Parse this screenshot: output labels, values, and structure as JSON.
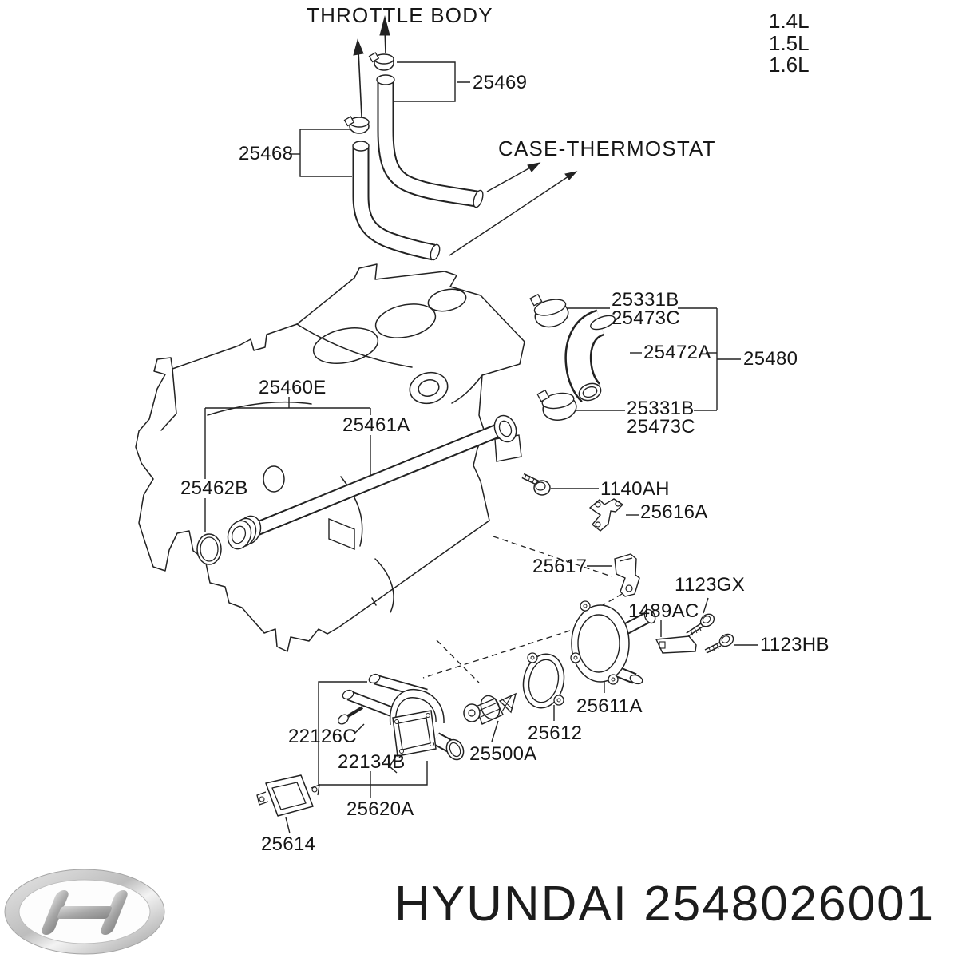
{
  "engine_variants": [
    "1.4L",
    "1.5L",
    "1.6L"
  ],
  "callouts": {
    "throttle_body": "THROTTLE BODY",
    "case_thermostat": "CASE-THERMOSTAT",
    "p25469": "25469",
    "p25468": "25468",
    "p25331B": "25331B",
    "p25473C": "25473C",
    "p25472A": "25472A",
    "p25480": "25480",
    "p25460E": "25460E",
    "p25461A": "25461A",
    "p25462B": "25462B",
    "p1140AH": "1140AH",
    "p25616A": "25616A",
    "p25617": "25617",
    "p1123GX": "1123GX",
    "p1489AC": "1489AC",
    "p1123HB": "1123HB",
    "p25611A": "25611A",
    "p25612": "25612",
    "p25500A": "25500A",
    "p22126C": "22126C",
    "p22134B": "22134B",
    "p25620A": "25620A",
    "p25614": "25614"
  },
  "footer": {
    "brand": "HYUNDAI",
    "part_number": "2548026001"
  },
  "colors": {
    "background": "#ffffff",
    "line": "#222222",
    "text": "#161616",
    "logo_silver": "#b9b9b9"
  }
}
